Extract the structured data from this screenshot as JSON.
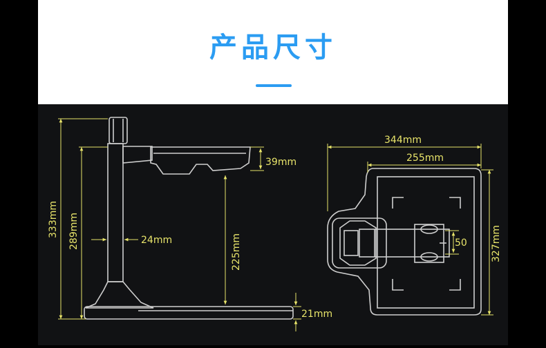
{
  "header": {
    "title": "产品尺寸"
  },
  "colors": {
    "accent": "#2b9cf2",
    "dimension_line": "#e8e46a",
    "dimension_text": "#e8e46a",
    "device_outline": "#cfcfcf",
    "background": "#111214"
  },
  "side_view": {
    "total_height": "333mm",
    "pole_height": "289mm",
    "pole_width": "24mm",
    "head_thickness": "39mm",
    "clearance_height": "225mm",
    "base_thickness": "21mm"
  },
  "top_view": {
    "total_width": "344mm",
    "base_width": "255mm",
    "base_depth": "327mm",
    "camera_size": "50"
  }
}
